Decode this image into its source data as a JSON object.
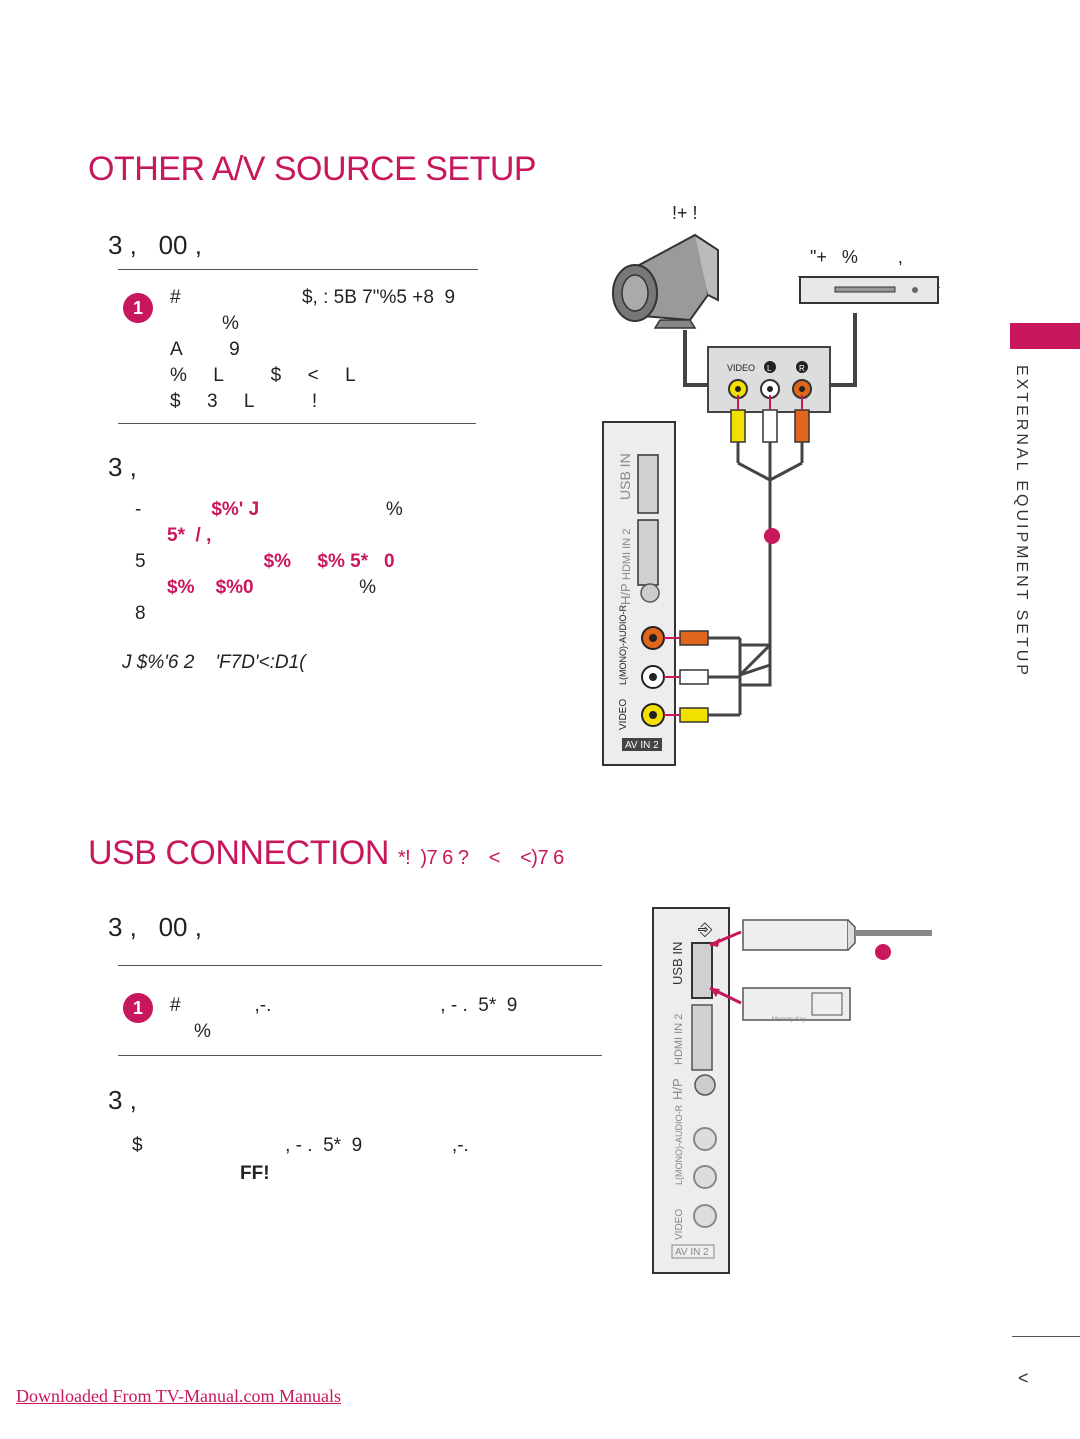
{
  "section1": {
    "title": "OTHER A/V SOURCE SETUP",
    "heading_connecting": "3 ,   00 ,",
    "step1": {
      "number": "1",
      "lines": [
        "#                       $, : 5B 7\"%5 +8  9",
        "%",
        "A         9",
        "%     L         $     <     L",
        "$     3     L           !"
      ]
    },
    "heading_usage": "3 ,",
    "usage_lines": [
      {
        "plain": "-",
        "pink": "$%' J",
        "rest": "                        %"
      },
      {
        "plain": "",
        "pink": "5*  / ,",
        "rest": ""
      },
      {
        "plain": "5",
        "pink": "$%     $% 5*   0",
        "rest": ""
      },
      {
        "plain": "",
        "pink": "$%    $%0",
        "rest": "                    %"
      },
      {
        "plain": "8",
        "pink": "",
        "rest": ""
      }
    ],
    "note": "J $%'6 2    'F7D'<:D1(",
    "diagram": {
      "camcorder_label": "!+ !",
      "player_label": "\"+   %        ,",
      "panel_video": "VIDEO",
      "panel_l": "L",
      "panel_r": "R",
      "usb_in": "USB IN",
      "hdmi": "HDMI IN 2",
      "hp": "H/P",
      "audio": "L(MONO)-AUDIO-R",
      "video": "VIDEO",
      "av_in": "AV IN 2"
    }
  },
  "section2": {
    "title": "USB CONNECTION",
    "title_suffix": "*!  )7 6 ?    <    <)7 6",
    "heading_connecting": "3 ,   00 ,",
    "step1": {
      "number": "1",
      "line1": "#              ,-.                                , - .  5*  9",
      "line2": "%"
    },
    "heading_usage": "3 ,",
    "usage_line1": "$                           , - .  5*  9                 ,-.",
    "usage_line2": "FF!",
    "diagram": {
      "usb_in": "USB IN",
      "hdmi": "HDMI IN 2",
      "hp": "H/P",
      "audio": "L(MONO)-AUDIO-R",
      "video": "VIDEO",
      "av_in": "AV IN 2",
      "memory_key": "Memory Key"
    }
  },
  "sidebar": {
    "label": "EXTERNAL EQUIPMENT SETUP"
  },
  "footer": {
    "link": "Downloaded From TV-Manual.com Manuals",
    "page": "<"
  },
  "colors": {
    "accent": "#c8175d",
    "video": "#f2e100",
    "audio_l": "#ffffff",
    "audio_r": "#e0661b"
  }
}
